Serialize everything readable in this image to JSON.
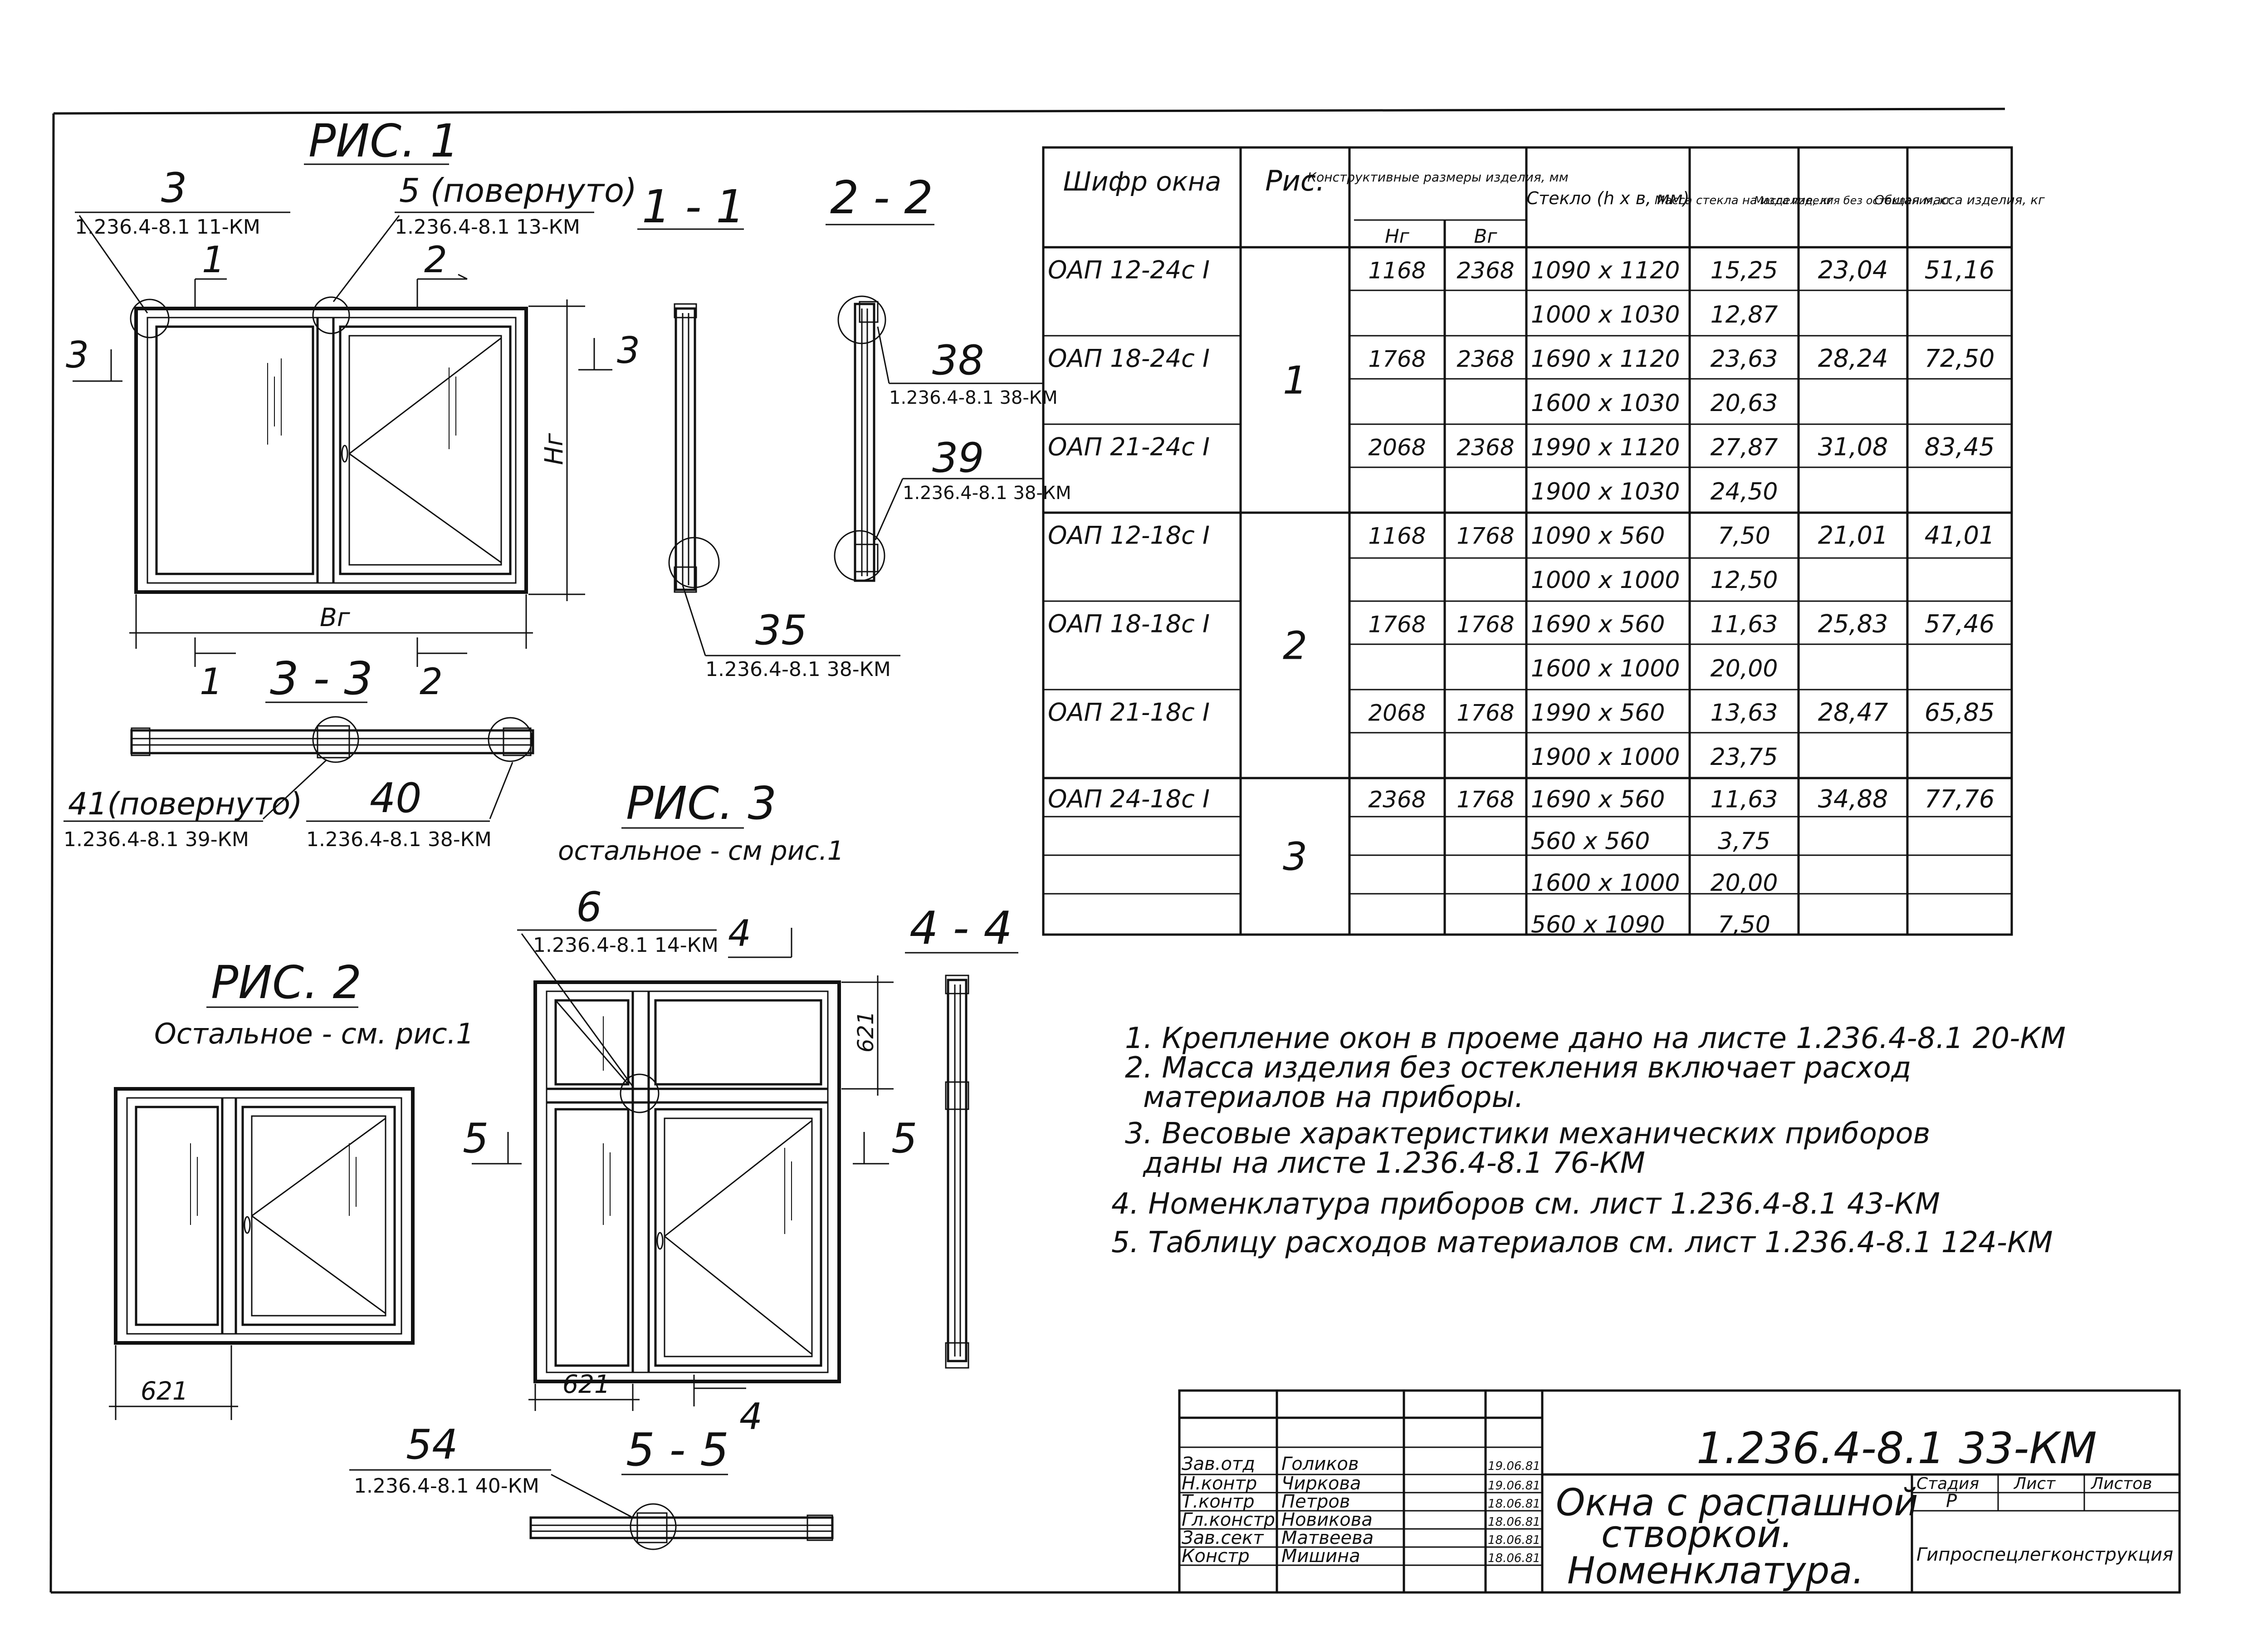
{
  "drawing": {
    "fig1": {
      "title": "РИС. 1",
      "callouts": [
        {
          "num": "3",
          "ref": "1.236.4-8.1 11-КМ"
        },
        {
          "num": "5 (повернуто)",
          "ref": "1.236.4-8.1 13-КМ"
        }
      ],
      "dim_h": "Нг",
      "dim_b": "Вг",
      "cut_1": "1",
      "cut_2": "2",
      "cut_3": "3"
    },
    "sec11": {
      "title": "1 - 1",
      "callout": {
        "num": "35",
        "ref": "1.236.4-8.1 38-КМ"
      }
    },
    "sec22": {
      "title": "2 - 2",
      "callouts": [
        {
          "num": "38",
          "ref": "1.236.4-8.1 38-КМ"
        },
        {
          "num": "39",
          "ref": "1.236.4-8.1 38-КМ"
        }
      ]
    },
    "sec33": {
      "title": "3 - 3",
      "callouts": [
        {
          "num": "41(повернуто)",
          "ref": "1.236.4-8.1 39-КМ"
        },
        {
          "num": "40",
          "ref": "1.236.4-8.1 38-КМ"
        }
      ]
    },
    "fig3": {
      "title": "РИС. 3",
      "subtitle": "остальное - см рис.1",
      "callout": {
        "num": "6",
        "ref": "1.236.4-8.1 14-КМ"
      },
      "dim_top": "621",
      "dim_bottom": "621",
      "cut_4": "4",
      "cut_5": "5"
    },
    "fig2": {
      "title": "РИС. 2",
      "subtitle": "Остальное - см. рис.1",
      "dim_bottom": "621"
    },
    "sec44": {
      "title": "4 - 4"
    },
    "sec55": {
      "title": "5 - 5",
      "callout": {
        "num": "54",
        "ref": "1.236.4-8.1 40-КМ"
      }
    }
  },
  "table": {
    "headers": {
      "code": "Шифр окна",
      "fig": "Рис.",
      "dims": "Конструктивные размеры изделия, мм",
      "hg": "Нг",
      "bg": "Вг",
      "glass": "Стекло (h x в, мм)",
      "glass_mass": "Масса стекла на изделие, кг",
      "mass_no_glass": "Масса изделия без остекления, кг",
      "total_mass": "Общая масса изделия, кг"
    },
    "groups": [
      {
        "fig": "1",
        "items": [
          {
            "code": "ОАП 12-24с I",
            "hg": "1168",
            "bg": "2368",
            "glass": [
              "1090 x 1120",
              "1000 x 1030"
            ],
            "glass_mass": [
              "15,25",
              "12,87"
            ],
            "mass_no_glass": "23,04",
            "total_mass": "51,16"
          },
          {
            "code": "ОАП 18-24с I",
            "hg": "1768",
            "bg": "2368",
            "glass": [
              "1690 x 1120",
              "1600 x 1030"
            ],
            "glass_mass": [
              "23,63",
              "20,63"
            ],
            "mass_no_glass": "28,24",
            "total_mass": "72,50"
          },
          {
            "code": "ОАП 21-24с I",
            "hg": "2068",
            "bg": "2368",
            "glass": [
              "1990 x 1120",
              "1900 x 1030"
            ],
            "glass_mass": [
              "27,87",
              "24,50"
            ],
            "mass_no_glass": "31,08",
            "total_mass": "83,45"
          }
        ]
      },
      {
        "fig": "2",
        "items": [
          {
            "code": "ОАП 12-18с I",
            "hg": "1168",
            "bg": "1768",
            "glass": [
              "1090 x 560",
              "1000 x 1000"
            ],
            "glass_mass": [
              "7,50",
              "12,50"
            ],
            "mass_no_glass": "21,01",
            "total_mass": "41,01"
          },
          {
            "code": "ОАП 18-18с I",
            "hg": "1768",
            "bg": "1768",
            "glass": [
              "1690 x 560",
              "1600 x 1000"
            ],
            "glass_mass": [
              "11,63",
              "20,00"
            ],
            "mass_no_glass": "25,83",
            "total_mass": "57,46"
          },
          {
            "code": "ОАП 21-18с I",
            "hg": "2068",
            "bg": "1768",
            "glass": [
              "1990 x 560",
              "1900 x 1000"
            ],
            "glass_mass": [
              "13,63",
              "23,75"
            ],
            "mass_no_glass": "28,47",
            "total_mass": "65,85"
          }
        ]
      },
      {
        "fig": "3",
        "items": [
          {
            "code": "ОАП 24-18с I",
            "hg": "2368",
            "bg": "1768",
            "glass": [
              "1690 x 560",
              "560 x 560",
              "1600 x 1000",
              "560 x 1090"
            ],
            "glass_mass": [
              "11,63",
              "3,75",
              "20,00",
              "7,50"
            ],
            "mass_no_glass": "34,88",
            "total_mass": "77,76"
          }
        ]
      }
    ]
  },
  "notes": [
    "1. Крепление окон в проеме дано на листе 1.236.4-8.1 20-КМ",
    "2. Масса изделия без остекления включает расход",
    "материалов на приборы.",
    "3. Весовые характеристики механических приборов",
    "даны на листе 1.236.4-8.1 76-КМ",
    "4. Номенклатура приборов см. лист 1.236.4-8.1 43-КМ",
    "5. Таблицу расходов материалов см. лист 1.236.4-8.1 124-КМ"
  ],
  "title_block": {
    "code": "1.236.4-8.1   33-КМ",
    "title_lines": [
      "Окна с распашной",
      "створкой.",
      "Номенклатура."
    ],
    "stage_label": "Стадия",
    "sheet_label": "Лист",
    "sheets_label": "Листов",
    "stage": "Р",
    "org": "Гипроспецлегконструкция",
    "staff": [
      {
        "role": "Зав.отд",
        "name": "Голиков",
        "date": "19.06.81"
      },
      {
        "role": "Н.контр",
        "name": "Чиркова",
        "date": "19.06.81"
      },
      {
        "role": "Т.контр",
        "name": "Петров",
        "date": "18.06.81"
      },
      {
        "role": "Гл.констр",
        "name": "Новикова",
        "date": "18.06.81"
      },
      {
        "role": "Зав.сект",
        "name": "Матвеева",
        "date": "18.06.81"
      },
      {
        "role": "Констр",
        "name": "Мишина",
        "date": "18.06.81"
      }
    ]
  }
}
